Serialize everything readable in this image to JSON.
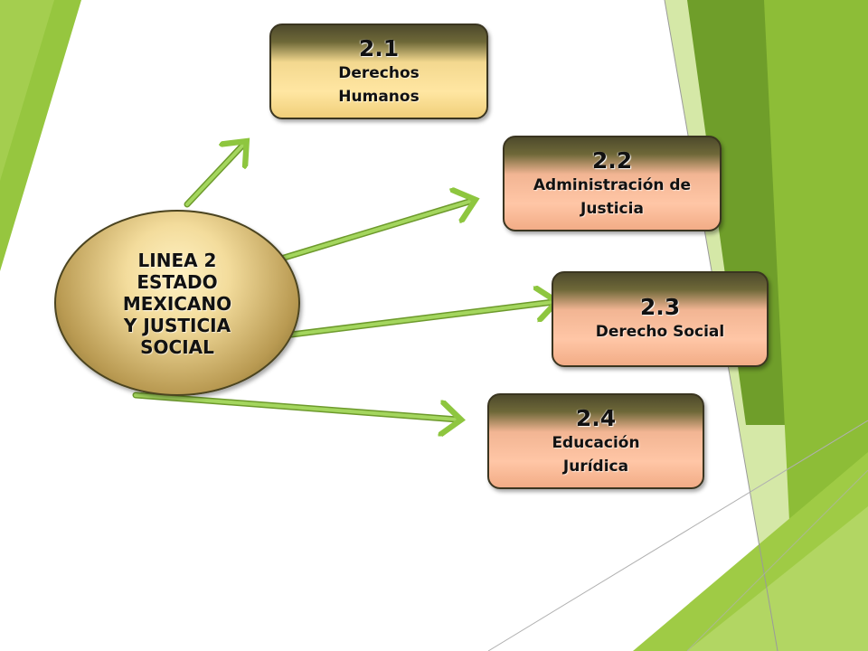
{
  "center": {
    "lines": [
      "LINEA 2",
      "ESTADO",
      "MEXICANO",
      "Y JUSTICIA",
      "SOCIAL"
    ]
  },
  "boxes": [
    {
      "id": "2.1",
      "number": "2.1",
      "label_lines": [
        "Derechos",
        "Humanos"
      ]
    },
    {
      "id": "2.2",
      "number": "2.2",
      "label_lines": [
        "Administración de",
        "Justicia"
      ]
    },
    {
      "id": "2.3",
      "number": "2.3",
      "label_lines": [
        "Derecho Social"
      ]
    },
    {
      "id": "2.4",
      "number": "2.4",
      "label_lines": [
        "Educación",
        "Jurídica"
      ]
    }
  ],
  "colors": {
    "background": "#ffffff",
    "green_light": "#a6cf4e",
    "green_mid": "#8dbd37",
    "green_dark": "#6f9e2a",
    "arrow": "#8ec63f",
    "tan_box": "#ffe6a2",
    "salmon_box": "#ffc6a6",
    "ellipse": "#f3dc9c"
  }
}
